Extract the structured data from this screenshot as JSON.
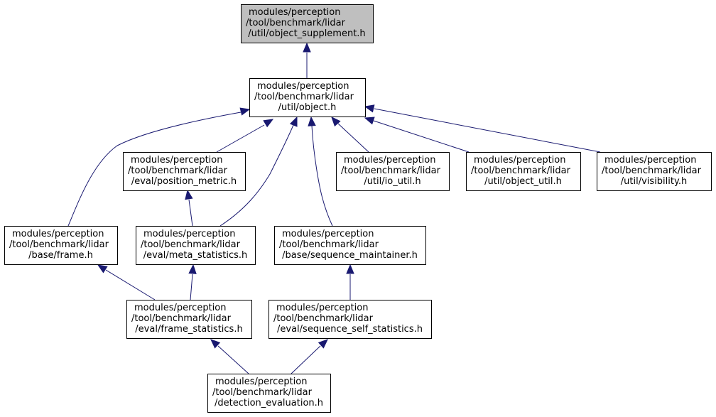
{
  "graph": {
    "nodes": [
      {
        "id": "object_supplement",
        "lines": [
          "modules/perception",
          "/tool/benchmark/lidar",
          "/util/object_supplement.h"
        ]
      },
      {
        "id": "object",
        "lines": [
          "modules/perception",
          "/tool/benchmark/lidar",
          "/util/object.h"
        ]
      },
      {
        "id": "position_metric",
        "lines": [
          "modules/perception",
          "/tool/benchmark/lidar",
          "/eval/position_metric.h"
        ]
      },
      {
        "id": "io_util",
        "lines": [
          "modules/perception",
          "/tool/benchmark/lidar",
          "/util/io_util.h"
        ]
      },
      {
        "id": "object_util",
        "lines": [
          "modules/perception",
          "/tool/benchmark/lidar",
          "/util/object_util.h"
        ]
      },
      {
        "id": "visibility",
        "lines": [
          "modules/perception",
          "/tool/benchmark/lidar",
          "/util/visibility.h"
        ]
      },
      {
        "id": "frame",
        "lines": [
          "modules/perception",
          "/tool/benchmark/lidar",
          "/base/frame.h"
        ]
      },
      {
        "id": "meta_statistics",
        "lines": [
          "modules/perception",
          "/tool/benchmark/lidar",
          "/eval/meta_statistics.h"
        ]
      },
      {
        "id": "sequence_maintainer",
        "lines": [
          "modules/perception",
          "/tool/benchmark/lidar",
          "/base/sequence_maintainer.h"
        ]
      },
      {
        "id": "frame_statistics",
        "lines": [
          "modules/perception",
          "/tool/benchmark/lidar",
          "/eval/frame_statistics.h"
        ]
      },
      {
        "id": "sequence_self_statistics",
        "lines": [
          "modules/perception",
          "/tool/benchmark/lidar",
          "/eval/sequence_self_statistics.h"
        ]
      },
      {
        "id": "detection_evaluation",
        "lines": [
          "modules/perception",
          "/tool/benchmark/lidar",
          "/detection_evaluation.h"
        ]
      }
    ],
    "edges": [
      {
        "from": "object",
        "to": "object_supplement"
      },
      {
        "from": "frame",
        "to": "object"
      },
      {
        "from": "position_metric",
        "to": "object"
      },
      {
        "from": "meta_statistics",
        "to": "object"
      },
      {
        "from": "sequence_maintainer",
        "to": "object"
      },
      {
        "from": "io_util",
        "to": "object"
      },
      {
        "from": "object_util",
        "to": "object"
      },
      {
        "from": "visibility",
        "to": "object"
      },
      {
        "from": "meta_statistics",
        "to": "position_metric"
      },
      {
        "from": "frame_statistics",
        "to": "frame"
      },
      {
        "from": "frame_statistics",
        "to": "meta_statistics"
      },
      {
        "from": "sequence_self_statistics",
        "to": "sequence_maintainer"
      },
      {
        "from": "detection_evaluation",
        "to": "frame_statistics"
      },
      {
        "from": "detection_evaluation",
        "to": "sequence_self_statistics"
      }
    ],
    "colors": {
      "edge": "#191970",
      "root_fill": "#bfbfbf",
      "node_fill": "#ffffff",
      "border": "#000000"
    }
  }
}
